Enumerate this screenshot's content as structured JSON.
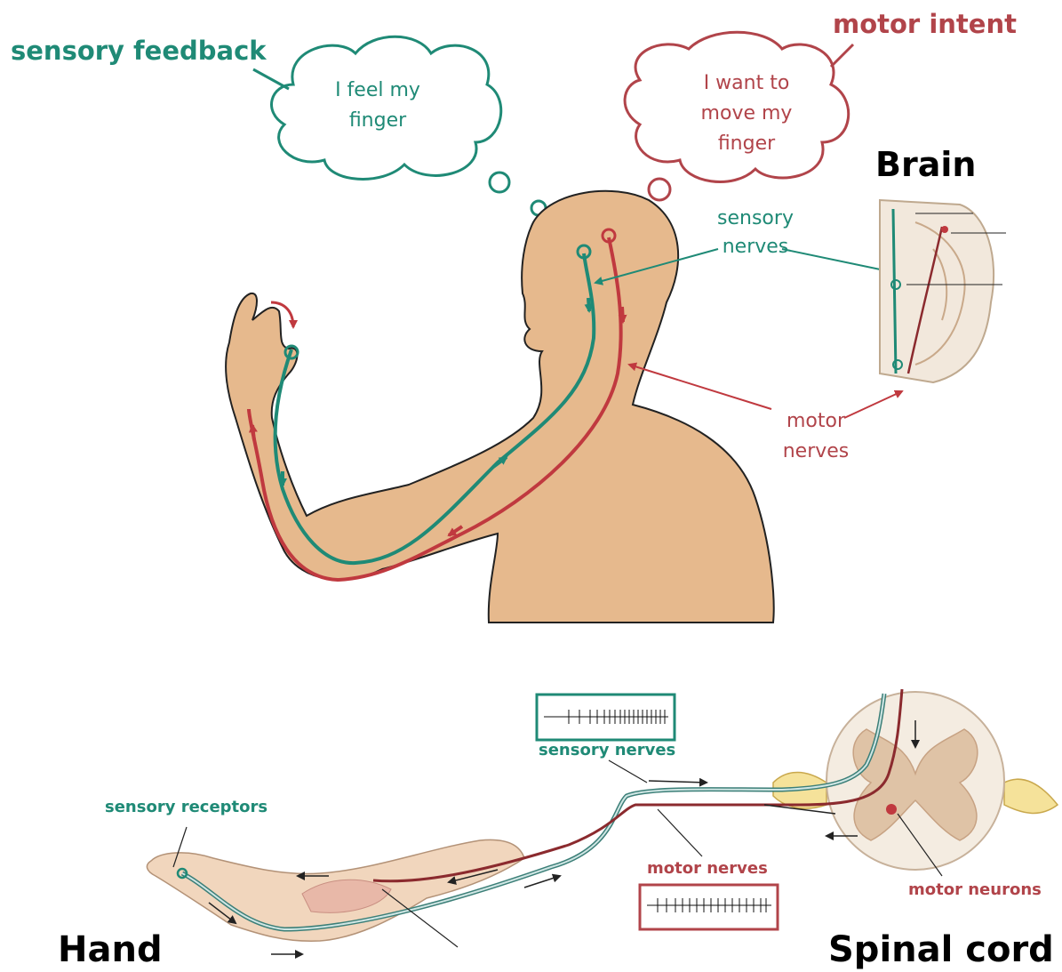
{
  "labels": {
    "sensory_feedback": "sensory feedback",
    "motor_intent": "motor intent",
    "feel_finger_line1": "I feel my",
    "feel_finger_line2": "finger",
    "want_move_line1": "I want to",
    "want_move_line2": "move my",
    "want_move_line3": "finger",
    "brain": "Brain",
    "sensory_nerves_top_line1": "sensory",
    "sensory_nerves_top_line2": "nerves",
    "motor_nerves_top_line1": "motor",
    "motor_nerves_top_line2": "nerves",
    "sensory_nerves_bottom": "sensory nerves",
    "motor_nerves_bottom": "motor nerves",
    "sensory_receptors": "sensory receptors",
    "motor_neurons": "motor neurons",
    "hand": "Hand",
    "spinal_cord": "Spinal cord"
  },
  "colors": {
    "sensory": "#1f8a76",
    "motor": "#c0393f",
    "skin": "#e6b98d",
    "skin_outline": "#222222"
  }
}
